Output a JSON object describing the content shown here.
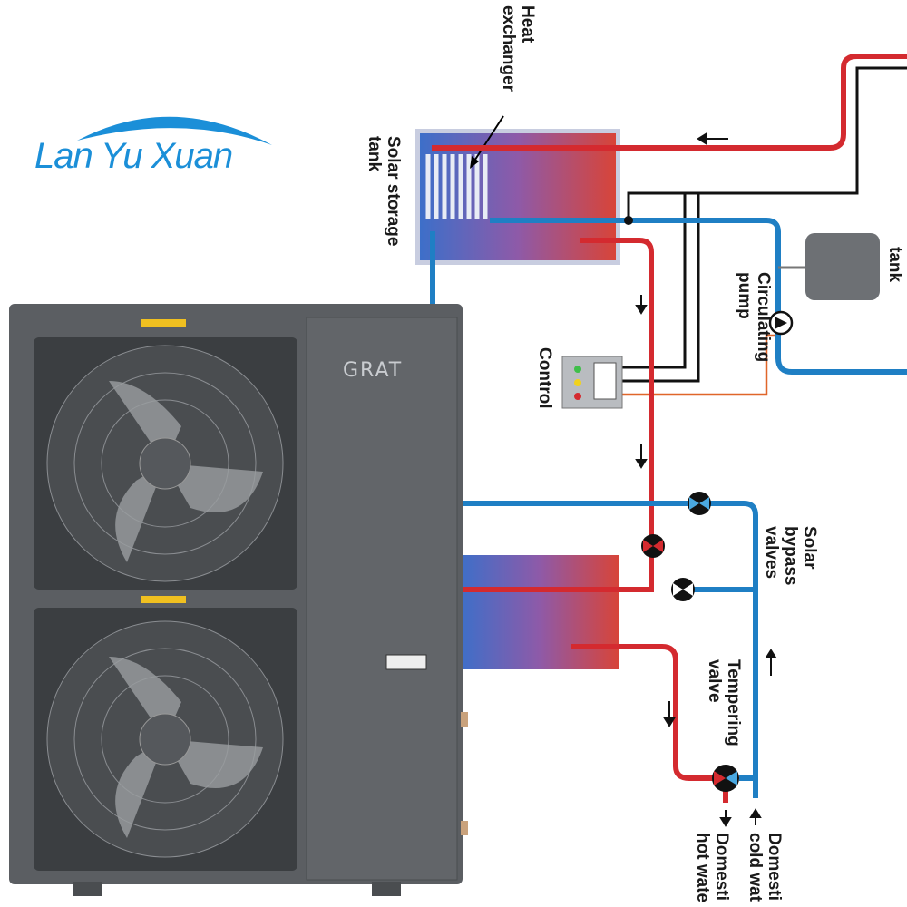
{
  "logo": {
    "text": "Lan Yu Xuan",
    "color": "#1b8fd8"
  },
  "unit": {
    "brand": "GRAT",
    "body_color": "#5b5e62"
  },
  "diagram": {
    "labels": {
      "heat_exchanger": "Heat\nexchanger",
      "solar_storage_tank": "Solar storage\ntank",
      "tank": "tank",
      "circulating_pump": "Circulating\npump",
      "control": "Control",
      "solar_bypass_valves": "Solar\nbypass\nvalves",
      "tempering_valve": "Tempering\nvalve",
      "domestic_cold_water": "Domesti\ncold wat",
      "domestic_hot_water": "Domesti\nhot wate"
    },
    "colors": {
      "hot": "#d42a2f",
      "cold": "#1f7fc4",
      "control_wire": "#e0662a"
    }
  }
}
